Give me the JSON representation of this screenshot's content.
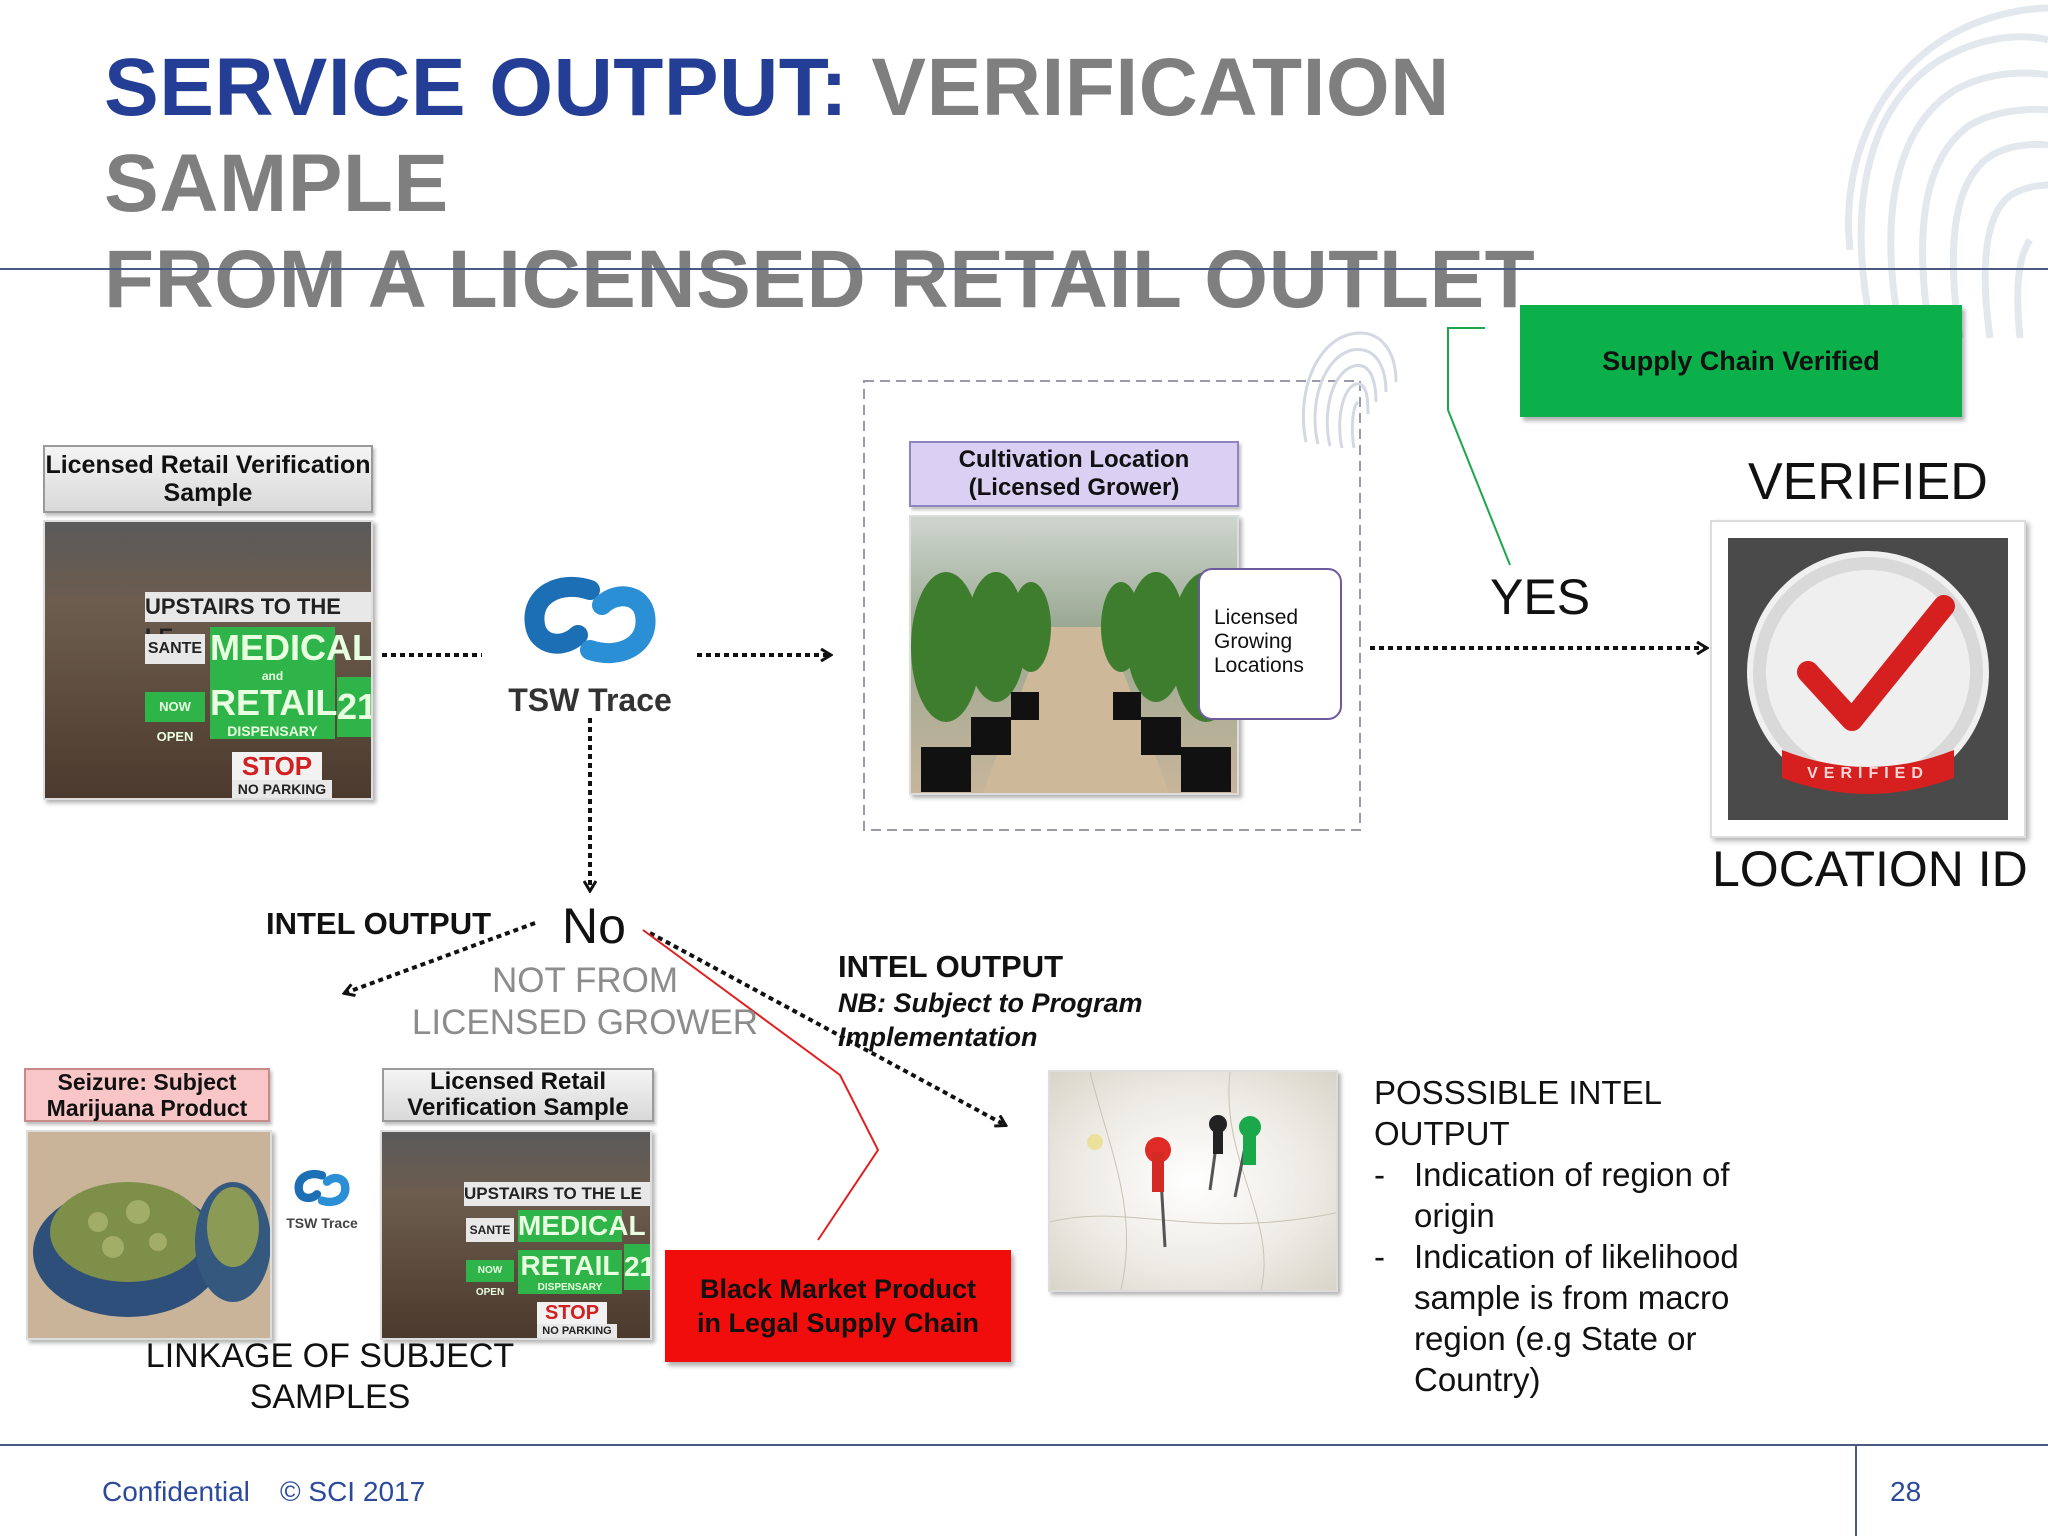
{
  "title": {
    "highlight": "SERVICE OUTPUT:",
    "rest_line1": " VERIFICATION SAMPLE",
    "line2": "FROM A LICENSED RETAIL OUTLET"
  },
  "retail_sample": {
    "label": "Licensed Retail Verification Sample",
    "photo_sign_top": "UPSTAIRS TO THE LE",
    "photo_medical": "MEDICAL",
    "photo_retail": "RETAIL",
    "photo_dispensary": "DISPENSARY",
    "photo_stop": "STOP",
    "photo_noparking": "NO PARKING",
    "photo_nowopen": "NOW OPEN",
    "photo_sante": "SANTE",
    "photo_and": "and",
    "photo_21": "21"
  },
  "tsw_logo": {
    "text": "TSW Trace"
  },
  "cultivation": {
    "label_line1": "Cultivation Location",
    "label_line2": "(Licensed Grower)",
    "callout": "Licensed Growing Locations"
  },
  "supply_chain": {
    "label": "Supply Chain Verified"
  },
  "verified": {
    "heading": "VERIFIED",
    "badge_text": "VERIFIED",
    "location_id": "LOCATION ID",
    "yes": "YES"
  },
  "no_branch": {
    "no": "No",
    "intel_output_left": "INTEL OUTPUT",
    "not_from_line1": "NOT FROM",
    "not_from_line2": "LICENSED GROWER"
  },
  "intel_right": {
    "heading": "INTEL OUTPUT",
    "note_line1": "NB: Subject to Program",
    "note_line2": "Implementation"
  },
  "seizure": {
    "label_line1": "Seizure: Subject",
    "label_line2": "Marijuana Product"
  },
  "retail_sample_2": {
    "label_line1": "Licensed Retail",
    "label_line2": "Verification Sample"
  },
  "linkage": {
    "line1": "LINKAGE OF SUBJECT",
    "line2": "SAMPLES"
  },
  "black_market": {
    "line1": "Black Market Product",
    "line2": "in Legal Supply Chain"
  },
  "possible_intel": {
    "heading_line1": "POSSSIBLE INTEL",
    "heading_line2": "OUTPUT",
    "items": [
      {
        "line1": "Indication of region of",
        "line2": "origin"
      },
      {
        "line1": "Indication of likelihood",
        "line2": "sample is from macro",
        "line3": "region (e.g State or",
        "line4": "Country)"
      }
    ]
  },
  "footer": {
    "confidential": "Confidential",
    "copyright": "©  SCI 2017",
    "page": "28"
  },
  "colors": {
    "title_blue": "#233e94",
    "title_gray": "#7f7f7f",
    "supply_green": "#0bb04b",
    "black_market_red": "#f20d0d",
    "cultivation_purple": "#d9d0f3",
    "seizure_pink": "#f8c6c6"
  }
}
